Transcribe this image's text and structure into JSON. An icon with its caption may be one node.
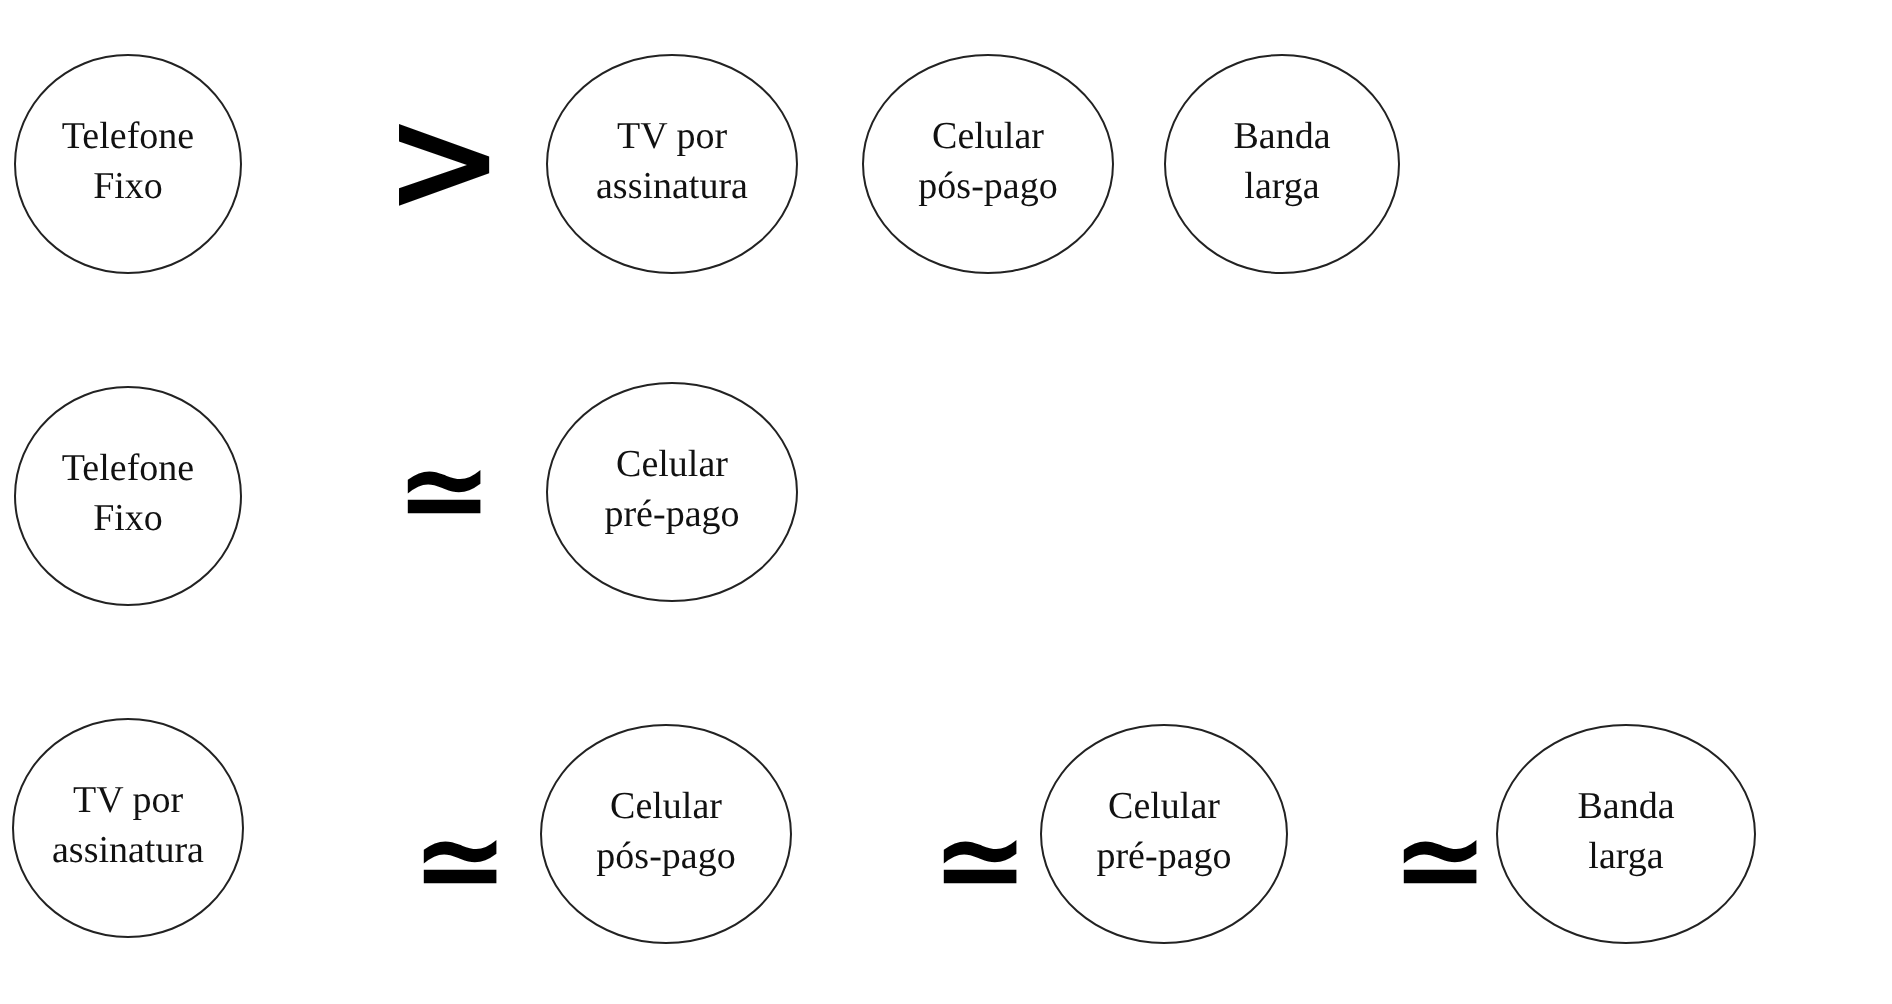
{
  "diagram": {
    "nodes": [
      {
        "text": [
          "Telefone Fixo"
        ]
      },
      {
        "text": [
          "TV por assinatura"
        ]
      },
      {
        "text": [
          "Celular pós-pago"
        ]
      },
      {
        "text": [
          "Banda larga"
        ]
      },
      {
        "text": [
          "Telefone Fixo"
        ]
      },
      {
        "text": [
          "Celular pré-pago"
        ]
      },
      {
        "text": [
          "TV por assinatura"
        ]
      },
      {
        "text": [
          "Celular pós-pago"
        ]
      },
      {
        "text": [
          "Celular pré-pago"
        ]
      },
      {
        "text": [
          "Banda larga"
        ]
      }
    ],
    "labels": [
      ">",
      "≃",
      "≃",
      "≃",
      "≃"
    ]
  }
}
